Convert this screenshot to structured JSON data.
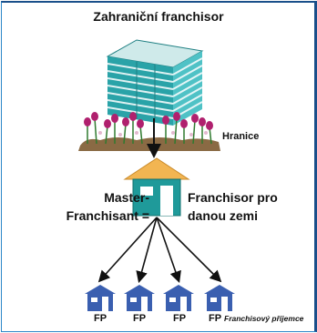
{
  "title": "Zahraniční franchisor",
  "border_label": "Hranice",
  "master_franchisee": {
    "left_label_line1": "Master-",
    "left_label_line2": "Franchisant =",
    "right_label_line1": "Franchisor pro",
    "right_label_line2": "danou zemi"
  },
  "franchisees": [
    {
      "label": "FP"
    },
    {
      "label": "FP"
    },
    {
      "label": "FP"
    },
    {
      "label": "FP"
    }
  ],
  "franchisee_description": "Franchisový příjemce",
  "colors": {
    "frame_blue": "#1a4f8a",
    "building_teal": "#2aa3a8",
    "house_teal": "#1f9a9a",
    "roof_orange": "#f2b552",
    "small_house_blue": "#3a5fb0",
    "flowers_magenta": "#b0206e",
    "ground_brown": "#8a6a44"
  }
}
